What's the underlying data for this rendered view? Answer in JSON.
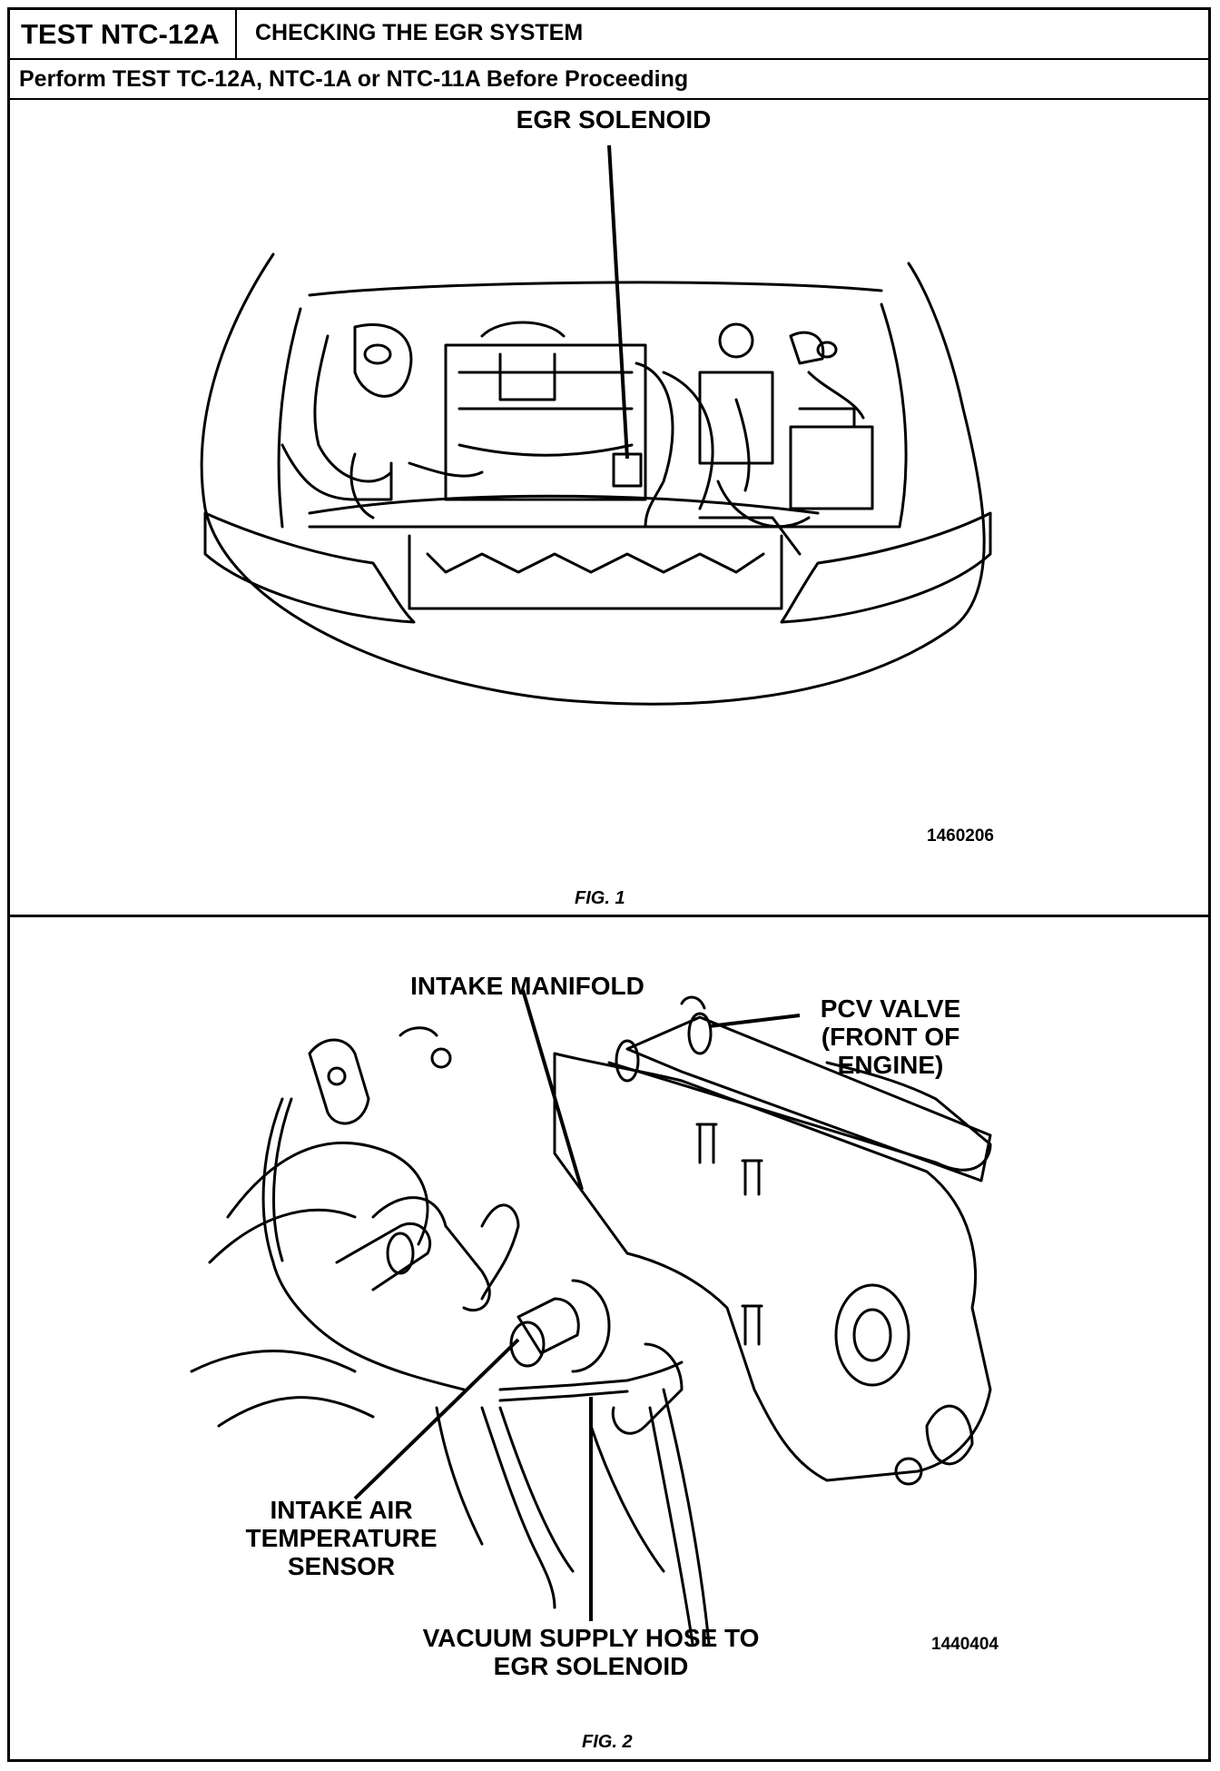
{
  "header": {
    "test_id": "TEST NTC-12A",
    "test_title": "CHECKING THE EGR SYSTEM",
    "prerequisite": "Perform TEST TC-12A, NTC-1A or NTC-11A Before Proceeding"
  },
  "figure1": {
    "callout": "EGR SOLENOID",
    "part_number": "1460206",
    "caption": "FIG. 1"
  },
  "figure2": {
    "callouts": {
      "intake_manifold": "INTAKE MANIFOLD",
      "pcv_valve": "PCV VALVE\n(FRONT OF\nENGINE)",
      "iat_sensor": "INTAKE AIR\nTEMPERATURE\nSENSOR",
      "vacuum_hose": "VACUUM SUPPLY HOSE TO\nEGR SOLENOID"
    },
    "part_number": "1440404",
    "caption": "FIG. 2"
  }
}
